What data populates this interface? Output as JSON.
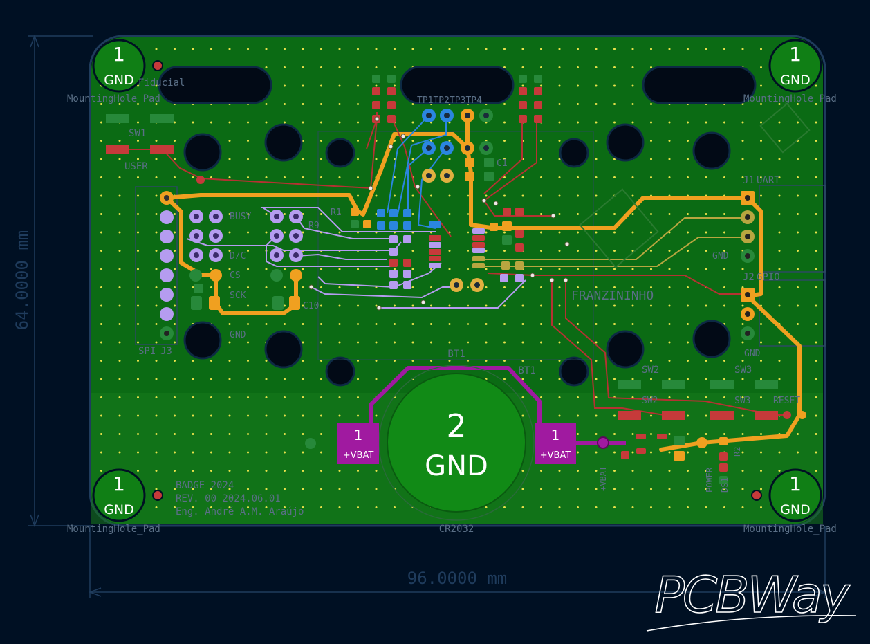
{
  "colors": {
    "background": "#001023",
    "board": "#0b6b14",
    "board_light": "#1a7e1c",
    "copper_front": "#c63a3a",
    "copper_back": "#27893a",
    "track_orange": "#f0a020",
    "track_purple": "#b59cf0",
    "track_blue": "#2b86e0",
    "battery_purple": "#a01aa0",
    "silkscreen": "#5a6f86",
    "dimension": "#1f3c5d"
  },
  "dimensions": {
    "height": "64.0000 mm",
    "width": "96.0000 mm"
  },
  "mounting_holes": [
    {
      "num": "1",
      "net": "GND",
      "label": "MountingHole_Pad"
    },
    {
      "num": "1",
      "net": "GND",
      "label": "MountingHole_Pad"
    },
    {
      "num": "1",
      "net": "GND",
      "label": "MountingHole_Pad"
    },
    {
      "num": "1",
      "net": "GND",
      "label": "MountingHole_Pad"
    }
  ],
  "battery": {
    "center_num": "2",
    "center_net": "GND",
    "pad_num": "1",
    "pad_net": "+VBAT",
    "ref": "BT1",
    "footprint": "CR2032"
  },
  "silk_labels": {
    "fiducial": "Fiducial",
    "sw1": "SW1",
    "user": "USER",
    "sw2": "SW2",
    "sw3": "SW3",
    "reset": "RESET",
    "j1": "J1",
    "uart": "UART",
    "j2": "J2",
    "gpio": "GPIO",
    "j3": "J3",
    "spi": "SPI",
    "gnd": "GND",
    "busy": "BUSY",
    "dc": "D/C",
    "sck": "SCK",
    "cs": "CS",
    "test_points": "TP1TP2TP3TP4",
    "brand": "FRANZININHO",
    "badge_year": "BADGE 2024",
    "revision": "REV. 00 2024.06.01",
    "author": "Eng. André A.M. Araújo",
    "power": "POWER",
    "vbat": "+VBAT",
    "r1": "R1",
    "r9": "R9",
    "c1": "C1",
    "c10": "C10",
    "ds1": "DS1",
    "r2": "R2"
  },
  "watermark": "PCBWay"
}
